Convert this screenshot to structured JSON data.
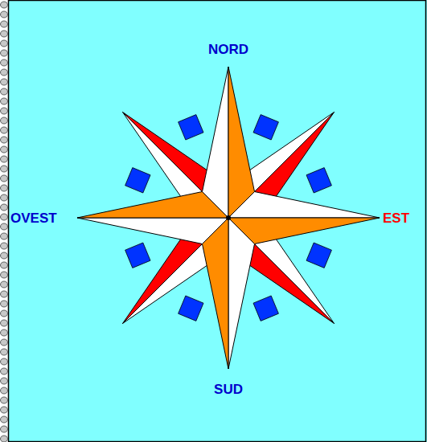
{
  "diagram": {
    "labels": [
      "NORD",
      "OVEST",
      "EST",
      "SUD"
    ]
  }
}
